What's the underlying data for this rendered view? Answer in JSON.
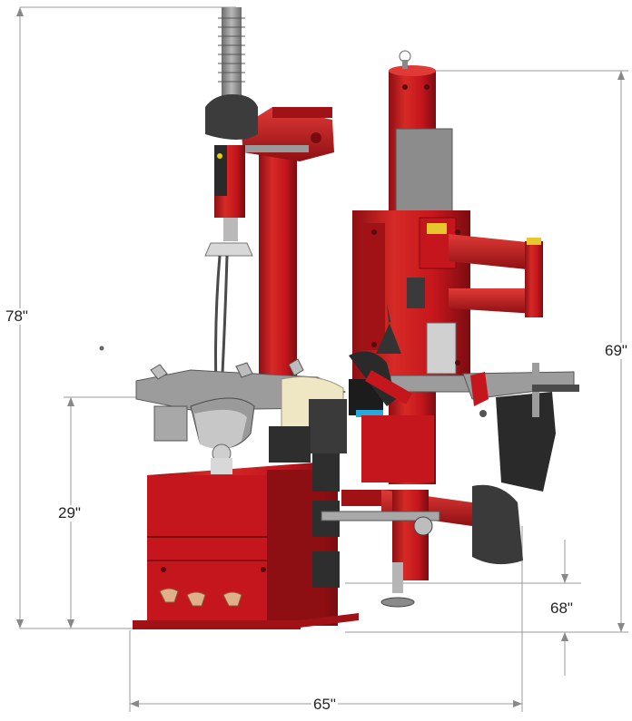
{
  "dimensions": {
    "height_total": "78\"",
    "height_tower": "69\"",
    "height_table": "29\"",
    "width_total": "65\"",
    "depth": "68\""
  },
  "colors": {
    "machine_red": "#c4161c",
    "machine_red_dark": "#8e0f13",
    "machine_red_light": "#e03a36",
    "steel_gray": "#9a9a9a",
    "dark_gray": "#3a3a3a",
    "cream_table": "#efe7c4",
    "dimension_line": "#9a9a9a"
  }
}
